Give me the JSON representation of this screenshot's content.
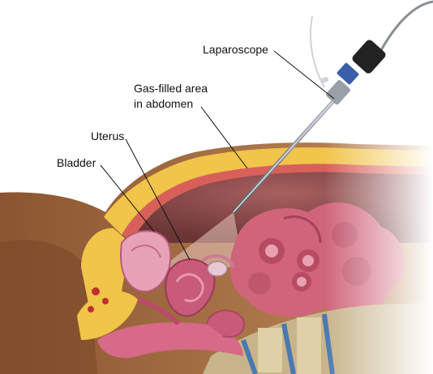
{
  "labels": {
    "laparoscope": "Laparoscope",
    "gas_line1": "Gas-filled area",
    "gas_line2": "in abdomen",
    "uterus": "Uterus",
    "bladder": "Bladder"
  },
  "colors": {
    "skin": "#b0764a",
    "skin_dark": "#7a4a2a",
    "fat": "#f1c44a",
    "muscle": "#d9605a",
    "cavity": "#8a4a4a",
    "intestine": "#d0647a",
    "uterus": "#c85a7a",
    "bladder": "#e8a2b8",
    "spine": "#c8b48a",
    "instrument": "#7a7f86"
  }
}
